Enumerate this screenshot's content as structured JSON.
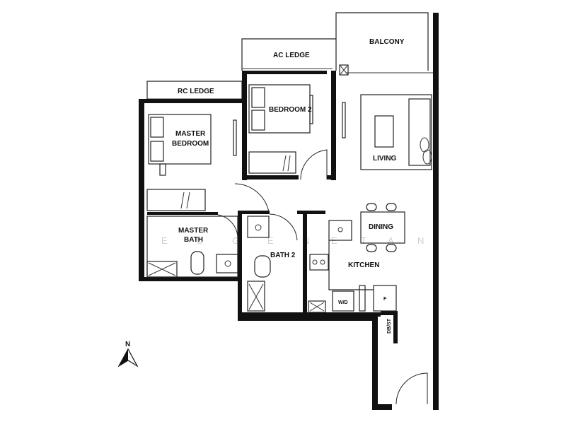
{
  "rooms": {
    "balcony": "BALCONY",
    "ac_ledge": "AC LEDGE",
    "rc_ledge": "RC LEDGE",
    "bedroom2": "BEDROOM 2",
    "master_bedroom_line1": "MASTER",
    "master_bedroom_line2": "BEDROOM",
    "living": "LIVING",
    "master_bath_line1": "MASTER",
    "master_bath_line2": "BATH",
    "bath2": "BATH 2",
    "dining": "DINING",
    "kitchen": "KITCHEN",
    "washer_dryer": "W/D",
    "fridge": "F",
    "dust_chute": "DB/ST"
  },
  "compass": {
    "north": "N"
  },
  "watermark": [
    "E",
    "U",
    "G",
    "E",
    "N",
    "E",
    "T",
    "A",
    "N"
  ],
  "colors": {
    "wall": "#111111",
    "line": "#222222",
    "background": "#ffffff"
  }
}
